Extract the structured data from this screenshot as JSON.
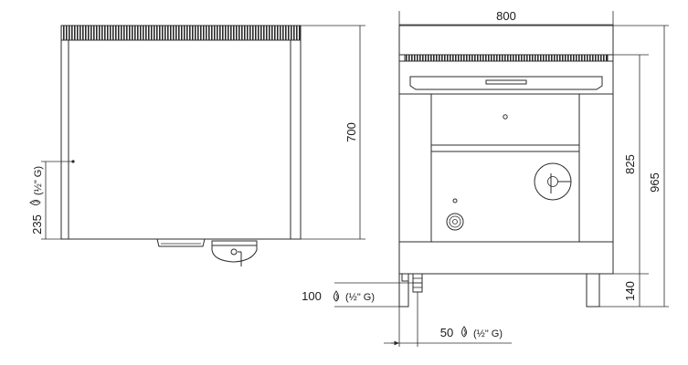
{
  "dimensions": {
    "width_800": "800",
    "depth_700": "700",
    "height_825": "825",
    "height_965": "965",
    "leg_140": "140"
  },
  "connections": {
    "side_label": "235",
    "side_thread": "(½\" G)",
    "front_100_label": "100",
    "front_100_thread": "(½\" G)",
    "front_50_label": "50",
    "front_50_thread": "(½\" G)"
  },
  "icons": {
    "drop": "water-drop-icon"
  }
}
